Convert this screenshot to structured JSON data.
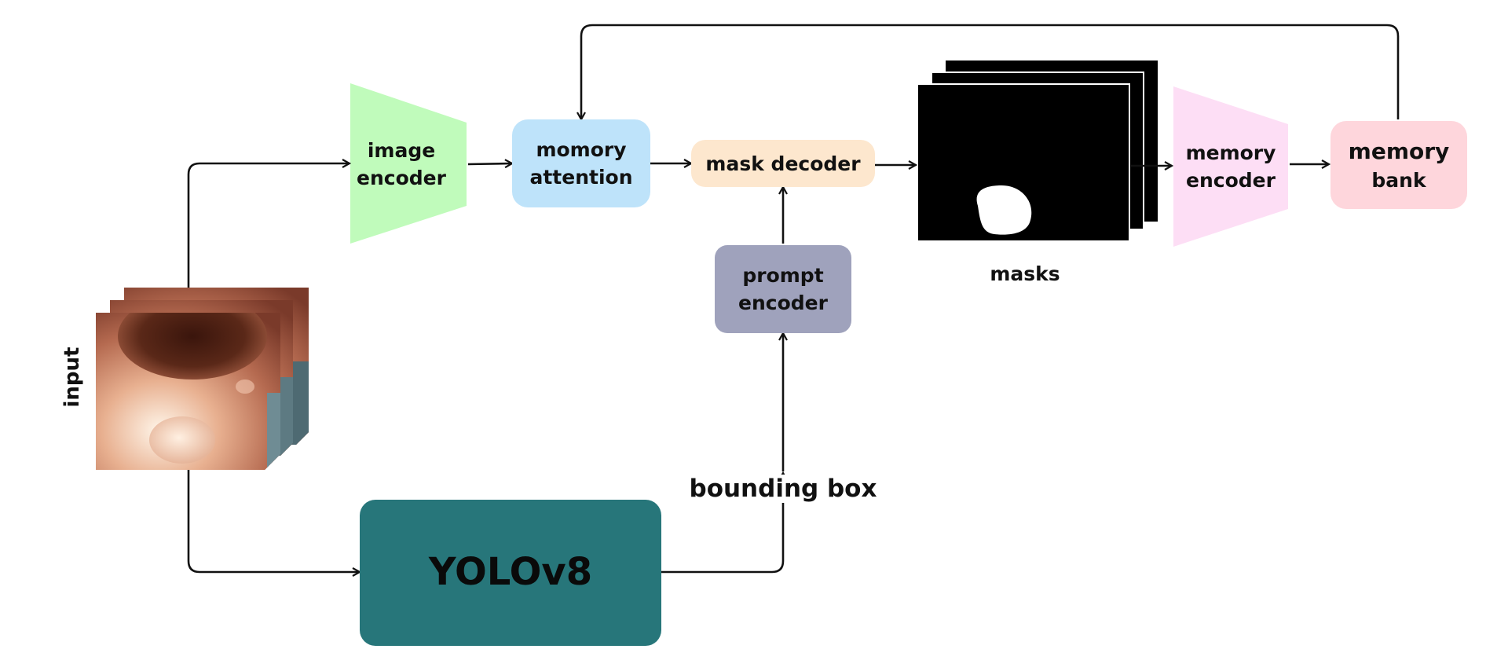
{
  "nodes": {
    "image_encoder": {
      "label_line1": "image",
      "label_line2": "encoder",
      "color": "#C0FBBB"
    },
    "memory_attention": {
      "label_line1": "momory",
      "label_line2": "attention",
      "color": "#BEE3FA"
    },
    "mask_decoder": {
      "label": "mask decoder",
      "color": "#FDE7CE"
    },
    "prompt_encoder": {
      "label_line1": "prompt",
      "label_line2": "encoder",
      "color": "#9FA2BC"
    },
    "memory_encoder": {
      "label_line1": "memory",
      "label_line2": "encoder",
      "color": "#FDDEF5"
    },
    "memory_bank": {
      "label_line1": "memory",
      "label_line2": "bank",
      "color": "#FED6DC"
    },
    "yolo": {
      "label": "YOLOv8",
      "color": "#27767A"
    }
  },
  "labels": {
    "input": "input",
    "masks": "masks",
    "bounding_box": "bounding box"
  }
}
